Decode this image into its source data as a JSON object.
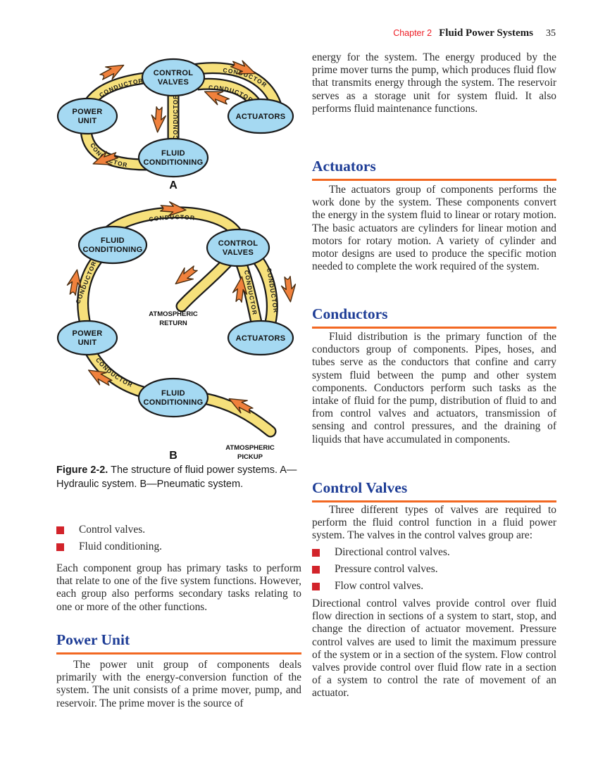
{
  "header": {
    "chapter": "Chapter 2",
    "title": "Fluid Power Systems",
    "page_number": "35"
  },
  "diagram": {
    "conductor_label": "CONDUCTOR",
    "nodes": {
      "control_valves": [
        "CONTROL",
        "VALVES"
      ],
      "power_unit": [
        "POWER",
        "UNIT"
      ],
      "actuators": "ACTUATORS",
      "fluid_conditioning": [
        "FLUID",
        "CONDITIONING"
      ]
    },
    "a_label": "A",
    "b_label": "B",
    "atmospheric_return": [
      "ATMOSPHERIC",
      "RETURN"
    ],
    "atmospheric_pickup": [
      "ATMOSPHERIC",
      "PICKUP"
    ]
  },
  "figure": {
    "caption_label": "Figure 2-2.",
    "caption_text": " The structure of fluid power systems. A—Hydraulic system. B—Pneumatic system."
  },
  "left_column": {
    "bullets": [
      "Control valves.",
      "Fluid conditioning."
    ],
    "paragraph": "Each component group has primary tasks to perform that relate to one of the five system functions. However, each group also performs secondary tasks relating to one or more of the other functions.",
    "power_unit": {
      "heading": "Power Unit",
      "paragraph": "The power unit group of components deals primarily with the energy-conversion function of the system. The unit consists of a prime mover, pump, and reservoir. The prime mover is the source of"
    }
  },
  "right_column": {
    "intro_paragraph": "energy for the system. The energy produced by the prime mover turns the pump, which produces fluid flow that transmits energy through the system. The reservoir serves as a storage unit for system fluid. It also performs fluid maintenance functions.",
    "actuators": {
      "heading": "Actuators",
      "paragraph": "The actuators group of components performs the work done by the system. These components convert the energy in the system fluid to linear or rotary motion. The basic actuators are cylinders for linear motion and motors for rotary motion. A variety of cylinder and motor designs are used to produce the specific motion needed to complete the work required of the system."
    },
    "conductors": {
      "heading": "Conductors",
      "paragraph": "Fluid distribution is the primary function of the conductors group of components. Pipes, hoses, and tubes serve as the conductors that confine and carry system fluid between the pump and other system components. Conductors perform such tasks as the intake of fluid for the pump, distribution of fluid to and from control valves and actuators, transmission of sensing and control pressures, and the draining of liquids that have accumulated in components."
    },
    "control_valves": {
      "heading": "Control Valves",
      "paragraph1": "Three different types of valves are required to perform the fluid control function in a fluid power system. The valves in the control valves group are:",
      "bullets": [
        "Directional control valves.",
        "Pressure control valves.",
        "Flow control valves."
      ],
      "paragraph2": "Directional control valves provide control over fluid flow direction in sections of a system to start, stop, and change the direction of actuator movement. Pressure control valves are used to limit the maximum pressure of the system or in a section of the system. Flow control valves provide control over fluid flow rate in a section of a system to control the rate of movement of an actuator."
    }
  },
  "colors": {
    "heading_blue": "#1e3d96",
    "rule_orange": "#f26822",
    "chapter_red": "#ed1c24",
    "bullet_red": "#d2232a",
    "node_blue": "#a5d9f2",
    "conductor_yellow": "#f6e07b",
    "arrow_orange": "#f0813c"
  }
}
